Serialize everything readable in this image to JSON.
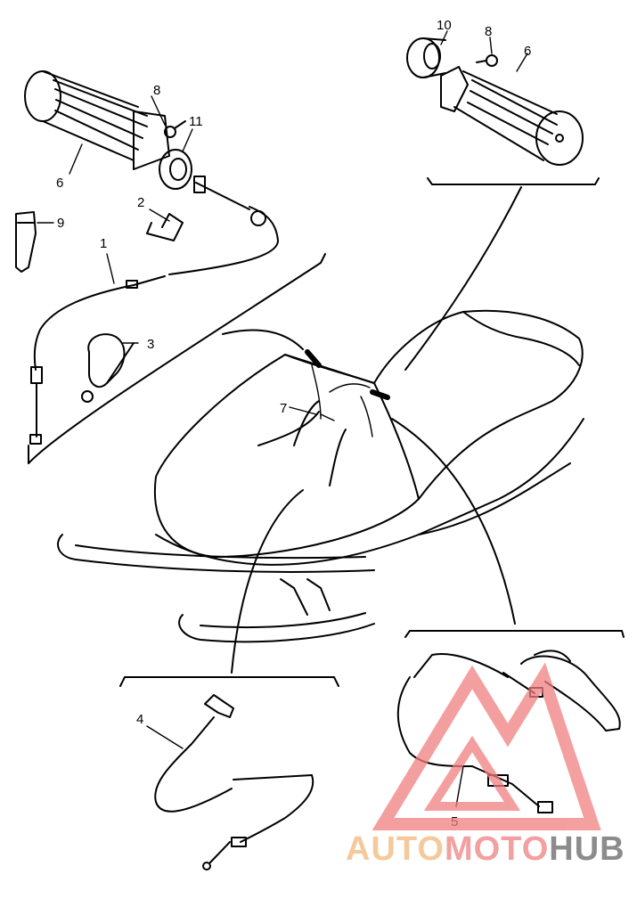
{
  "callouts": {
    "c1": "1",
    "c2": "2",
    "c3": "3",
    "c4": "4",
    "c5": "5",
    "c6a": "6",
    "c6b": "6",
    "c7": "7",
    "c8a": "8",
    "c8b": "8",
    "c9": "9",
    "c10": "10",
    "c11": "11"
  },
  "watermark": {
    "part1": "AUTO",
    "part2": "MOTO",
    "part3": "HUB",
    "colors": {
      "auto": "#f5c99a",
      "moto": "#f2a0a0",
      "hub": "#8c8c8c",
      "logo": "#f08080"
    }
  }
}
